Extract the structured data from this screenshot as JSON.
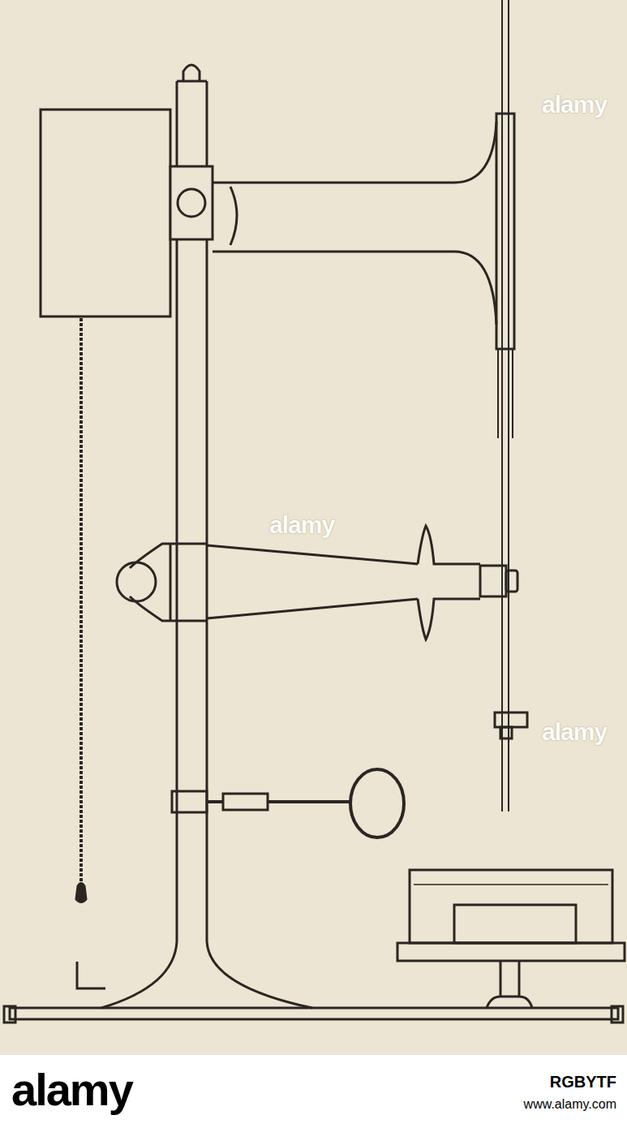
{
  "diagram": {
    "labels": [
      "alamy",
      "alamy",
      "alamy",
      "alamy",
      "RGBYTF",
      "www.alamy.com"
    ]
  }
}
